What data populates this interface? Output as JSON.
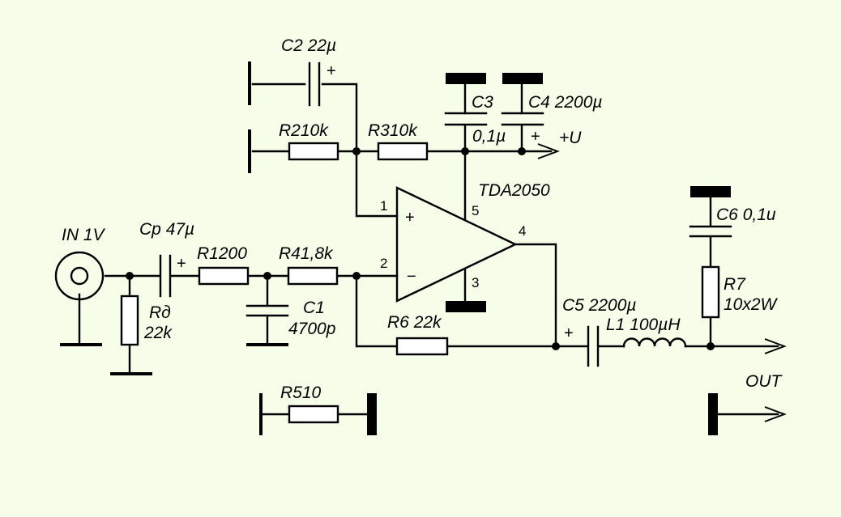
{
  "components": {
    "c2": {
      "ref": "C2",
      "value": "22µ"
    },
    "r2": {
      "ref": "R2",
      "value": "10k"
    },
    "r3": {
      "ref": "R3",
      "value": "10k"
    },
    "c3": {
      "ref": "C3",
      "value": "0,1µ"
    },
    "c4": {
      "ref": "C4",
      "value": "2200µ"
    },
    "ic": {
      "part": "TDA2050",
      "pins": [
        "1",
        "2",
        "3",
        "4",
        "5"
      ]
    },
    "cp": {
      "ref": "Cp",
      "value": "47µ"
    },
    "r1": {
      "ref": "R1",
      "value": "200"
    },
    "r4": {
      "ref": "R4",
      "value": "1,8k"
    },
    "rd": {
      "ref": "Rд",
      "value": "22k"
    },
    "c1": {
      "ref": "C1",
      "value": "4700p"
    },
    "r6": {
      "ref": "R6",
      "value": "22k"
    },
    "c5": {
      "ref": "C5",
      "value": "2200µ"
    },
    "l1": {
      "ref": "L1",
      "value": "100µH"
    },
    "c6": {
      "ref": "C6",
      "value": "0,1u"
    },
    "r7": {
      "ref": "R7",
      "value": "10x2W"
    },
    "r5": {
      "ref": "R5",
      "value": "10"
    }
  },
  "labels": {
    "input": "IN 1V",
    "output": "OUT",
    "supply": "+U",
    "plus_sign": "+",
    "minus_sign": "−"
  }
}
